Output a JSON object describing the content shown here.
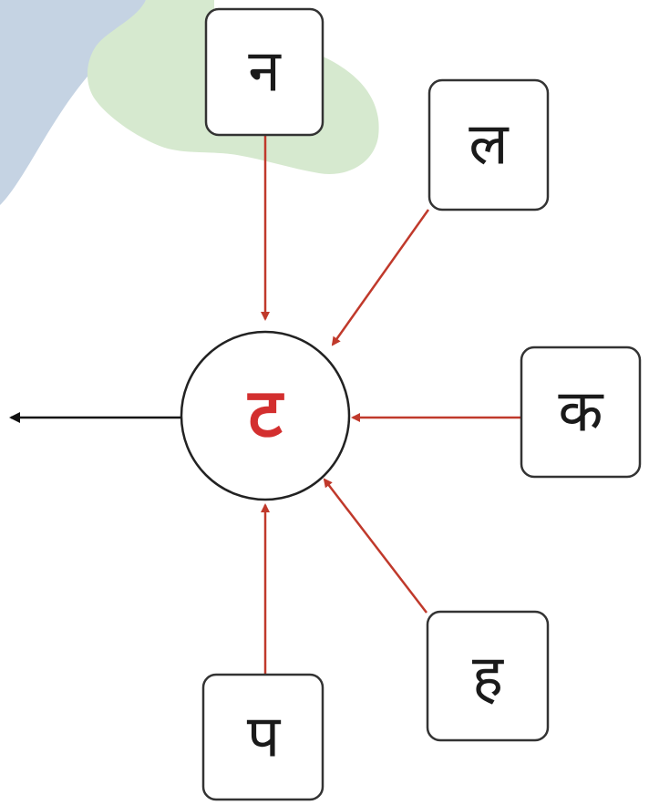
{
  "diagram": {
    "center": {
      "letter": "ट"
    },
    "boxes": [
      {
        "id": "na",
        "letter": "न"
      },
      {
        "id": "la",
        "letter": "ल"
      },
      {
        "id": "ka",
        "letter": "क"
      },
      {
        "id": "ha",
        "letter": "ह"
      },
      {
        "id": "pa",
        "letter": "प"
      }
    ]
  },
  "colors": {
    "arrow_in": "#c0392b",
    "arrow_out": "#111111",
    "center_text": "#d32f2f",
    "box_border": "#333333",
    "background_blue": "#c5d3e3",
    "background_green": "#d6e9cf"
  }
}
